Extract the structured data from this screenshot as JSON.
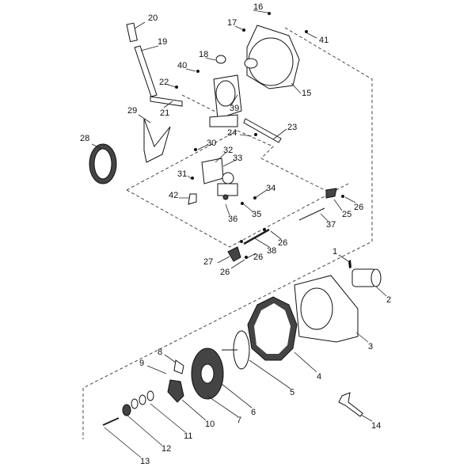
{
  "diagram": {
    "type": "exploded parts diagram",
    "labels": [
      "20",
      "19",
      "16",
      "17",
      "41",
      "18",
      "40",
      "22",
      "15",
      "39",
      "21",
      "29",
      "23",
      "24",
      "28",
      "30",
      "32",
      "33",
      "31",
      "34",
      "42",
      "26",
      "25",
      "36",
      "35",
      "37",
      "26",
      "38",
      "26",
      "27",
      "26",
      "1",
      "2",
      "3",
      "8",
      "9",
      "4",
      "5",
      "6",
      "7",
      "10",
      "11",
      "12",
      "13",
      "14"
    ]
  }
}
